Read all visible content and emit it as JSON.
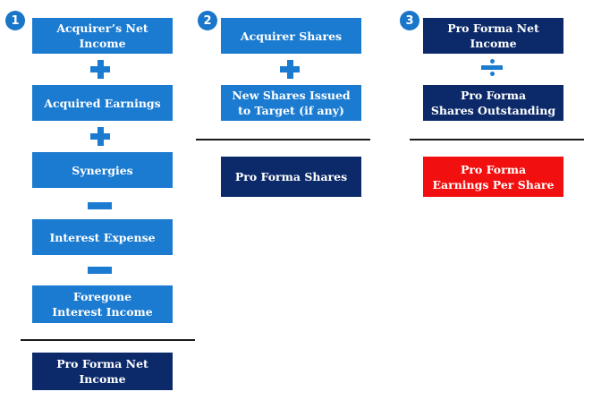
{
  "columns": [
    {
      "number": "1",
      "boxes": [
        {
          "lines": [
            "Acquirer’s Net Income"
          ]
        },
        {
          "lines": [
            "Acquired Earnings"
          ]
        },
        {
          "lines": [
            "Synergies"
          ]
        },
        {
          "lines": [
            "Interest Expense"
          ]
        },
        {
          "lines": [
            "Foregone",
            "Interest Income"
          ]
        }
      ],
      "operators": [
        "plus",
        "plus",
        "minus",
        "minus"
      ],
      "result": {
        "lines": [
          "Pro Forma Net Income"
        ]
      }
    },
    {
      "number": "2",
      "boxes": [
        {
          "lines": [
            "Acquirer Shares"
          ]
        },
        {
          "lines": [
            "New Shares Issued",
            "to Target (if any)"
          ]
        }
      ],
      "operators": [
        "plus"
      ],
      "result": {
        "lines": [
          "Pro Forma Shares"
        ]
      }
    },
    {
      "number": "3",
      "boxes": [
        {
          "lines": [
            "Pro Forma Net Income"
          ]
        },
        {
          "lines": [
            "Pro Forma",
            "Shares Outstanding"
          ]
        }
      ],
      "operators": [
        "divide"
      ],
      "result": {
        "lines": [
          "Pro Forma",
          "Earnings Per Share"
        ]
      }
    }
  ],
  "colors": {
    "step_blue": "#1b7bd0",
    "navy": "#0c2a6a",
    "result_red": "#f20f0f",
    "rule": "#1a1a1a"
  }
}
